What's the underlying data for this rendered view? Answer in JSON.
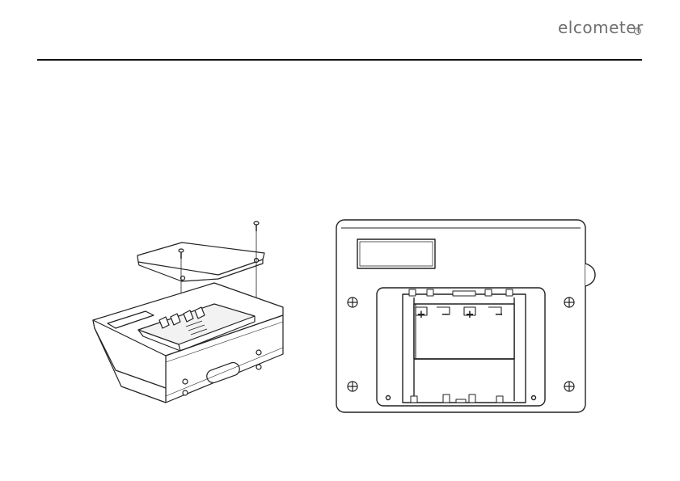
{
  "header": {
    "logo_text": "elcometer",
    "logo_reg": "®"
  },
  "figures": {
    "fig_a": {
      "icon": "battery-compartment-exploded-view"
    },
    "fig_b": {
      "icon": "battery-holder-rear-view"
    },
    "polarity_marks": [
      "+",
      "−",
      "+",
      "−"
    ]
  }
}
